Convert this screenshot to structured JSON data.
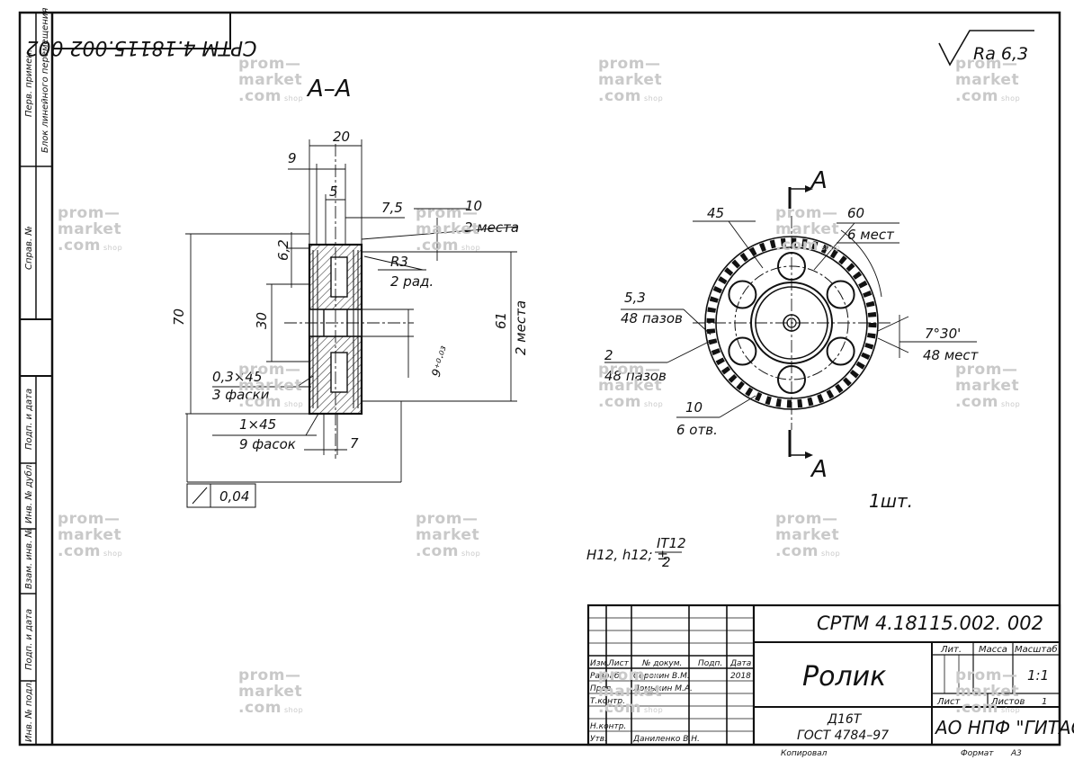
{
  "frame": {
    "top_stamp": "СРТМ 4.18115.002 002",
    "side_labels": {
      "perv_primen": "Перв. примен.",
      "block_note": "Блок линейного перемещения",
      "sprav": "Справ. №",
      "podp_data_1": "Подп. и дата",
      "inv_dubl": "Инв. № дубл.",
      "vzam_inv": "Взам. инв. №",
      "podp_data_2": "Подп. и дата",
      "inv_podl": "Инв. № подл."
    }
  },
  "section_view": {
    "title": "А–А",
    "dims": {
      "d20": "20",
      "d9": "9",
      "d5": "5",
      "d7_5": "7,5",
      "d10": "10",
      "two_places": "2 места",
      "r3": "R3",
      "two_rad": "2 рад.",
      "d6_2": "6,2",
      "d70": "70",
      "d30": "30",
      "d61": "61",
      "two_places_v": "2 места",
      "d9_tol": "9⁺⁰·⁰³",
      "ch03": "0,3×45",
      "three_ch": "3 фаски",
      "ch1": "1×45",
      "nine_ch": "9 фасок",
      "d7": "7"
    },
    "runout": "0,04"
  },
  "front_view": {
    "cut_label": "А",
    "dims": {
      "d45": "45",
      "d60": "60",
      "six_places": "6 мест",
      "d5_3": "5,3",
      "slots48": "48 пазов",
      "d2": "2",
      "slots48b": "48 пазов",
      "d10": "10",
      "six_holes": "6 отв.",
      "angle": "7°30'",
      "places48": "48 мест"
    }
  },
  "roughness": "Ra 6,3",
  "quantity": "1шт.",
  "tolerance_note": {
    "prefix": "H12, h12; ±",
    "numerator": "IT12",
    "denominator": "2"
  },
  "title_block": {
    "designation": "СРТМ 4.18115.002. 002",
    "name": "Ролик",
    "material_line1": "Д16Т",
    "material_line2": "ГОСТ 4784–97",
    "company": "АО НПФ \"ГИТАС\"",
    "col_headers": {
      "izm": "Изм.",
      "list": "Лист",
      "ndok": "№ докум.",
      "podp": "Подп.",
      "data": "Дата"
    },
    "rows": [
      {
        "role": "Разраб.",
        "name": "Сорокин В.М.",
        "date": "2018"
      },
      {
        "role": "Пров.",
        "name": "Ломыкин М.А.",
        "date": ""
      },
      {
        "role": "Т.контр.",
        "name": "",
        "date": ""
      },
      {
        "role": "",
        "name": "",
        "date": ""
      },
      {
        "role": "Н.контр.",
        "name": "",
        "date": ""
      },
      {
        "role": "Утв.",
        "name": "Даниленко В.Н.",
        "date": ""
      }
    ],
    "lit_label": "Лит.",
    "mass_label": "Масса",
    "scale_label": "Масштаб",
    "scale_value": "1:1",
    "sheet_label": "Лист",
    "sheets_label": "Листов",
    "sheets_value": "1",
    "copied": "Копировал",
    "format_label": "Формат",
    "format_value": "А3"
  },
  "watermark": {
    "line1": "prom—",
    "line2": "market",
    "line3": ".com",
    "shop": "shop"
  }
}
